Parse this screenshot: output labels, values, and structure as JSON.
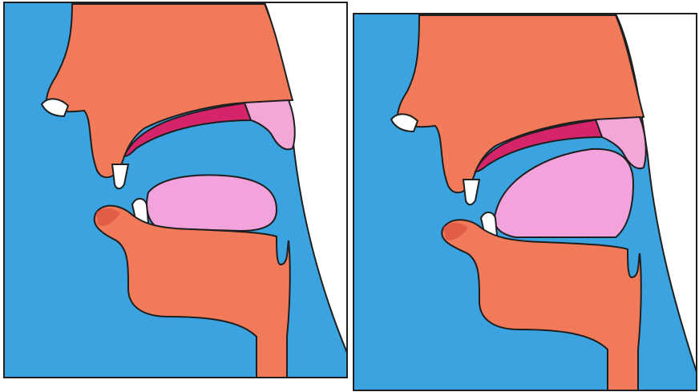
{
  "panels": [
    {
      "id": "left",
      "tongue_position": "low"
    },
    {
      "id": "right",
      "tongue_position": "raised"
    }
  ],
  "colors": {
    "background": "#3aa3e0",
    "skin": "#f07a5a",
    "skin_shadow": "#d94a3c",
    "palate": "#d6246a",
    "soft_palate": "#f3a6d8",
    "tongue": "#f2a3dc",
    "teeth": "#ffffff",
    "outline": "#1f1f1f",
    "outside": "#ffffff"
  }
}
